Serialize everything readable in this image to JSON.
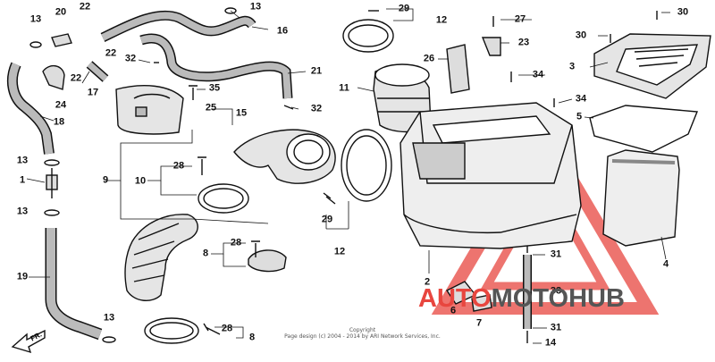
{
  "labels": {
    "n1": "1",
    "n2": "2",
    "n3": "3",
    "n4": "4",
    "n5": "5",
    "n6": "6",
    "n7": "7",
    "n8": "8",
    "n9": "9",
    "n10": "10",
    "n11": "11",
    "n12": "12",
    "n13": "13",
    "n14": "14",
    "n15": "15",
    "n16": "16",
    "n17": "17",
    "n18": "18",
    "n19": "19",
    "n20": "20",
    "n21": "21",
    "n22": "22",
    "n23": "23",
    "n24": "24",
    "n25": "25",
    "n26": "26",
    "n27": "27",
    "n28": "28",
    "n29": "29",
    "n30": "30",
    "n31": "31",
    "n32": "32",
    "n33": "33",
    "n34": "34",
    "n35": "35"
  },
  "front_marker": "FR.",
  "copyright": {
    "line1": "Copyright",
    "line2": "Page design (c) 2004 - 2014 by ARI Network Services, Inc."
  },
  "watermark": {
    "part1": "AUTO",
    "part2": "MOTOHUB",
    "color_primary": "#e8463f",
    "color_secondary": "#555555"
  }
}
